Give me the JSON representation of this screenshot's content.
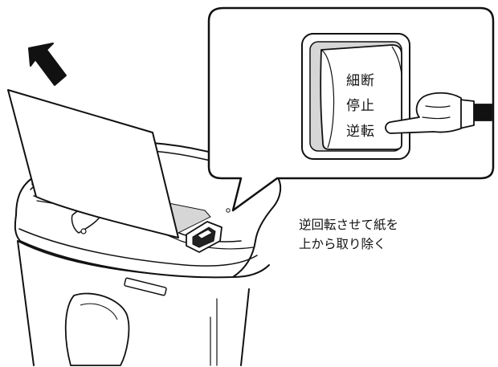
{
  "switch": {
    "labels": {
      "shred": "細断",
      "stop": "停止",
      "reverse": "逆転"
    }
  },
  "instruction": {
    "line1": "逆回転させて紙を",
    "line2": "上から取り除く"
  },
  "colors": {
    "line": "#111111",
    "shade": "#d6d6d6",
    "background": "#ffffff"
  },
  "icons": {
    "arrow": "arrow-up-left-icon",
    "hand": "pointing-hand-icon"
  }
}
